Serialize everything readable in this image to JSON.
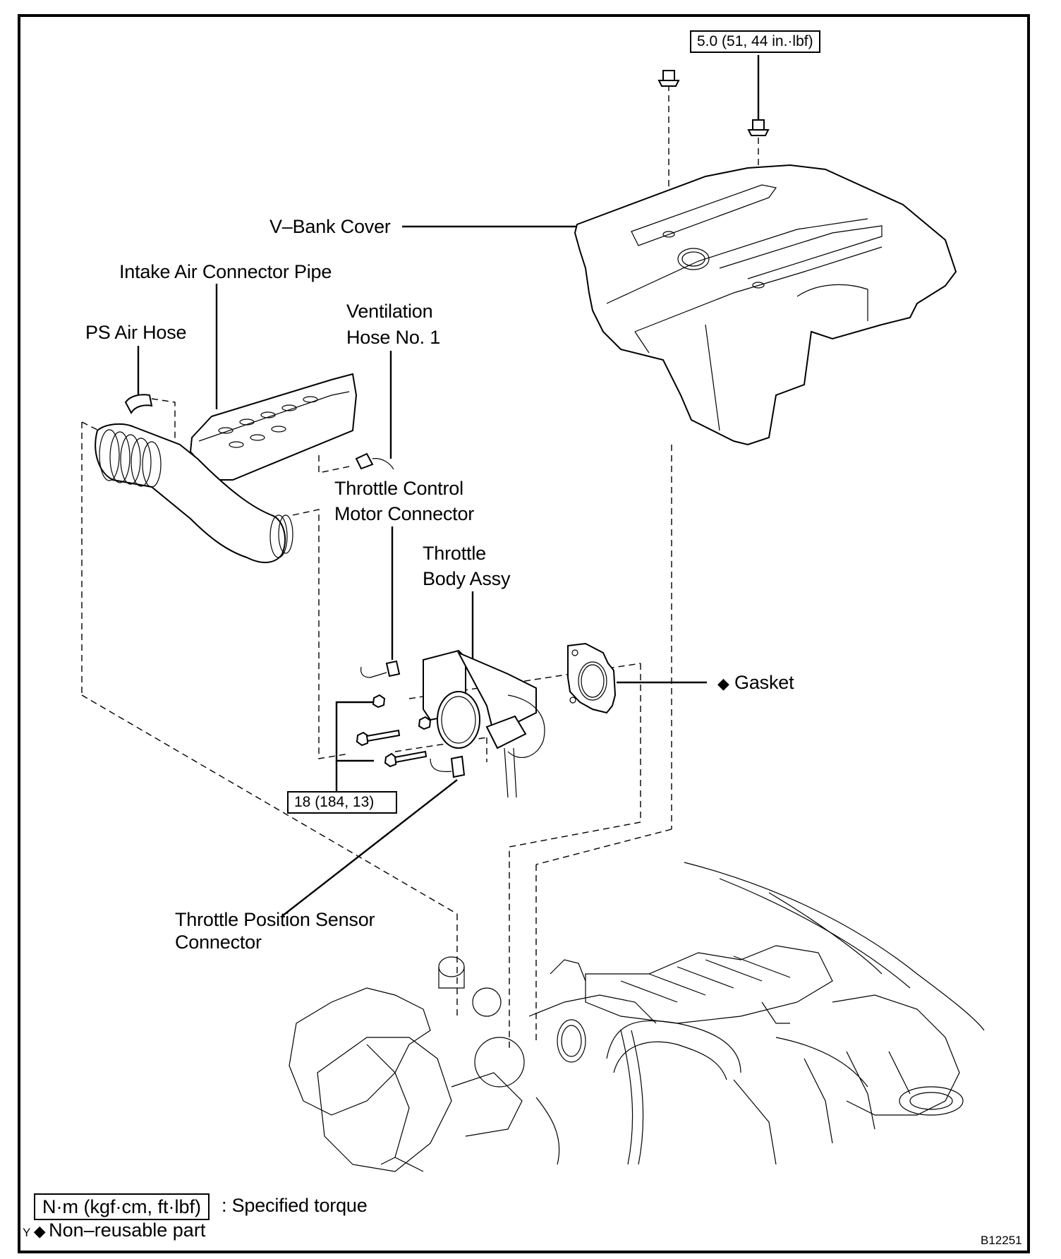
{
  "figure_id": "B12251",
  "torque_specs": {
    "cover_nut": "5.0 (51, 44 in.·lbf)",
    "throttle_body_bolts": "18 (184, 13)"
  },
  "labels": {
    "v_bank_cover": "V–Bank Cover",
    "intake_air_connector_pipe": "Intake Air Connector Pipe",
    "ps_air_hose": "PS Air Hose",
    "ventilation_hose_line1": "Ventilation",
    "ventilation_hose_line2": "Hose No. 1",
    "throttle_control_motor_connector_line1": "Throttle Control",
    "throttle_control_motor_connector_line2": "Motor Connector",
    "throttle_body_assy_line1": "Throttle",
    "throttle_body_assy_line2": "Body Assy",
    "gasket": "Gasket",
    "throttle_position_sensor_connector_line1": "Throttle Position Sensor",
    "throttle_position_sensor_connector_line2": "Connector"
  },
  "legend": {
    "torque_unit": "N·m (kgf·cm, ft·lbf)",
    "torque_desc": ": Specified torque",
    "nonreusable_prefix": "Y",
    "nonreusable_symbol": "◆",
    "nonreusable_desc": "Non–reusable part"
  },
  "symbols": {
    "gasket_marker": "◆"
  }
}
